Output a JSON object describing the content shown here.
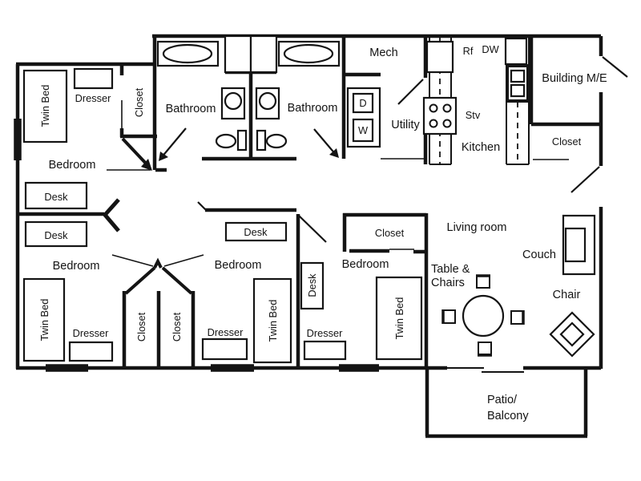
{
  "rooms": {
    "bedroom_nw": "Bedroom",
    "bedroom_sw": "Bedroom",
    "bedroom_s_mid": "Bedroom",
    "bedroom_se": "Bedroom",
    "bathroom_1": "Bathroom",
    "bathroom_2": "Bathroom",
    "mech": "Mech",
    "utility": "Utility",
    "kitchen": "Kitchen",
    "building_me": "Building M/E",
    "living_room": "Living room",
    "patio_line1": "Patio/",
    "patio_line2": "Balcony"
  },
  "closets": {
    "nw": "Closet",
    "kitchen": "Closet",
    "s1": "Closet",
    "s2": "Closet",
    "se": "Closet"
  },
  "furniture": {
    "twin_bed_nw": "Twin Bed",
    "twin_bed_sw": "Twin Bed",
    "twin_bed_s_mid": "Twin Bed",
    "twin_bed_se": "Twin Bed",
    "dresser_nw": "Dresser",
    "dresser_sw": "Dresser",
    "dresser_s_mid": "Dresser",
    "dresser_se": "Dresser",
    "desk_nw": "Desk",
    "desk_sw": "Desk",
    "desk_s_mid": "Desk",
    "desk_se": "Desk",
    "couch": "Couch",
    "chair": "Chair",
    "table_chairs_line1": "Table &",
    "table_chairs_line2": "Chairs"
  },
  "appliances": {
    "refrigerator": "Rf",
    "dishwasher": "DW",
    "stove": "Stv",
    "dryer": "D",
    "washer": "W"
  },
  "colors": {
    "line": "#141414",
    "background": "#ffffff"
  }
}
